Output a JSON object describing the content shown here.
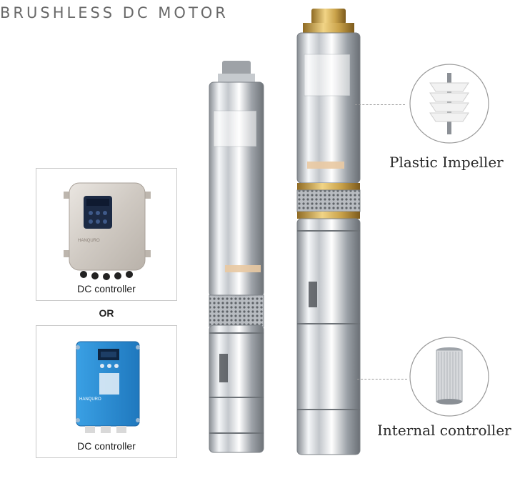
{
  "title": "BRUSHLESS DC MOTOR",
  "controllers": [
    {
      "label": "DC controller",
      "brand": "HANQURO"
    },
    {
      "label": "DC controller",
      "brand": "HANQURO"
    }
  ],
  "or_label": "OR",
  "callouts": [
    {
      "label": "Plastic Impeller",
      "icon": "impeller-icon"
    },
    {
      "label": "Internal controller",
      "icon": "filter-controller-icon"
    }
  ],
  "colors": {
    "steel": "#c9ccd0",
    "brass": "#c9a24a",
    "blue_controller": "#2a8fd6",
    "silver_controller": "#d8d4cf"
  }
}
